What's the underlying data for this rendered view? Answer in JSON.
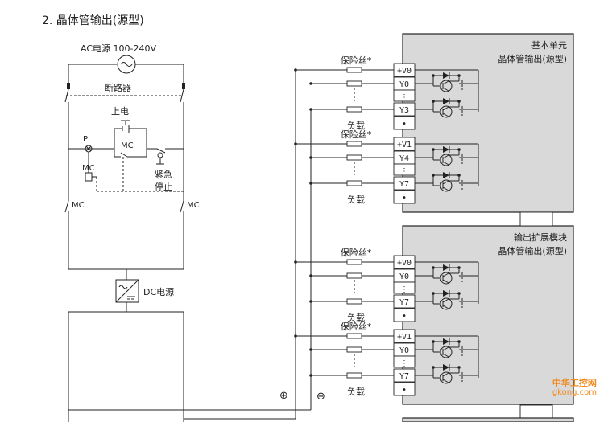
{
  "heading": "2. 晶体管输出(源型)",
  "left": {
    "ac_label": "AC电源  100-240V",
    "breaker": "断路器",
    "power_on": "上电",
    "pl": "PL",
    "mc": "MC",
    "estop_line1": "紧急",
    "estop_line2": "停止",
    "dc_label": "DC电源",
    "plus": "⊕",
    "minus": "⊖"
  },
  "modules": [
    {
      "title1": "基本单元",
      "title2": "晶体管输出(源型)",
      "groups": [
        {
          "fuse": "保险丝*",
          "load": "负载",
          "terminals": [
            "+V0",
            "Y0",
            "⋮",
            "Y3",
            "•"
          ]
        },
        {
          "fuse": "保险丝*",
          "load": "负载",
          "terminals": [
            "+V1",
            "Y4",
            "⋮",
            "Y7",
            "•"
          ]
        }
      ]
    },
    {
      "title1": "输出扩展模块",
      "title2": "晶体管输出(源型)",
      "groups": [
        {
          "fuse": "保险丝*",
          "load": "负载",
          "terminals": [
            "+V0",
            "Y0",
            "⋮",
            "Y7",
            "•"
          ]
        },
        {
          "fuse": "保险丝*",
          "load": "负载",
          "terminals": [
            "+V1",
            "Y0",
            "⋮",
            "Y7",
            "•"
          ]
        }
      ]
    }
  ],
  "watermark": {
    "brand": "中华工控网",
    "domain": "gkong.com"
  }
}
